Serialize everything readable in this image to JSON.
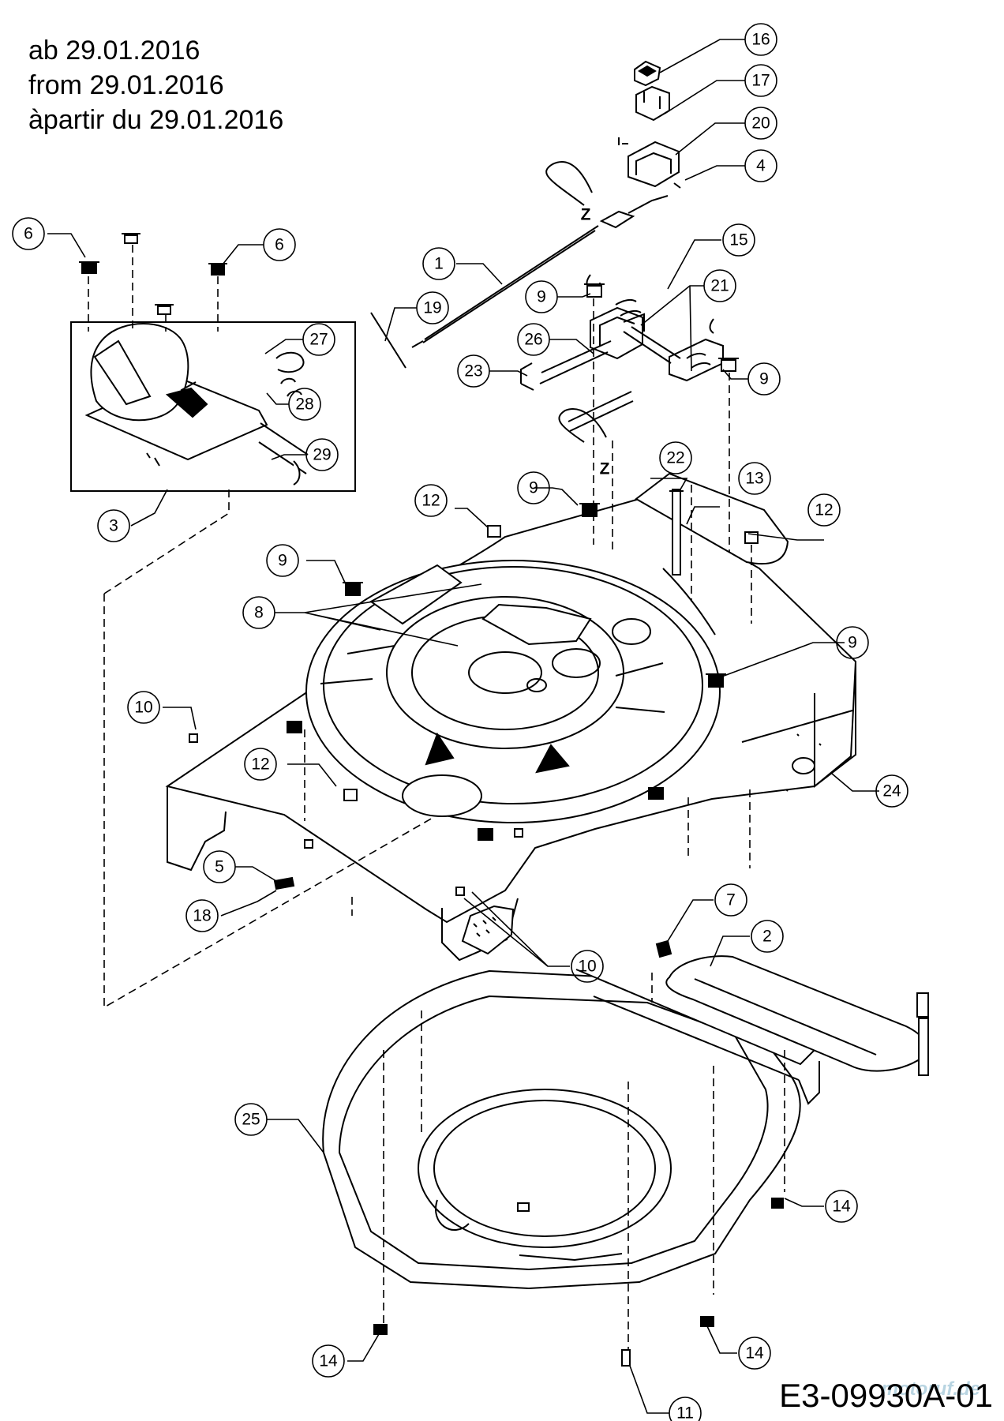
{
  "header": {
    "line_de": "ab 29.01.2016",
    "line_en": "from 29.01.2016",
    "line_fr": "àpartir du 29.01.2016"
  },
  "footer": {
    "drawing_id": "E3-09930A-01",
    "watermark": "motoruf.de"
  },
  "z_markers": [
    "Z",
    "Z"
  ],
  "callouts": [
    {
      "label": "16"
    },
    {
      "label": "17"
    },
    {
      "label": "20"
    },
    {
      "label": "4"
    },
    {
      "label": "15"
    },
    {
      "label": "21"
    },
    {
      "label": "1"
    },
    {
      "label": "19"
    },
    {
      "label": "9"
    },
    {
      "label": "26"
    },
    {
      "label": "23"
    },
    {
      "label": "9"
    },
    {
      "label": "6"
    },
    {
      "label": "6"
    },
    {
      "label": "27"
    },
    {
      "label": "28"
    },
    {
      "label": "29"
    },
    {
      "label": "3"
    },
    {
      "label": "22"
    },
    {
      "label": "13"
    },
    {
      "label": "12"
    },
    {
      "label": "9"
    },
    {
      "label": "12"
    },
    {
      "label": "9"
    },
    {
      "label": "8"
    },
    {
      "label": "9"
    },
    {
      "label": "10"
    },
    {
      "label": "12"
    },
    {
      "label": "24"
    },
    {
      "label": "5"
    },
    {
      "label": "18"
    },
    {
      "label": "10"
    },
    {
      "label": "7"
    },
    {
      "label": "2"
    },
    {
      "label": "25"
    },
    {
      "label": "14"
    },
    {
      "label": "14"
    },
    {
      "label": "14"
    },
    {
      "label": "11"
    }
  ]
}
